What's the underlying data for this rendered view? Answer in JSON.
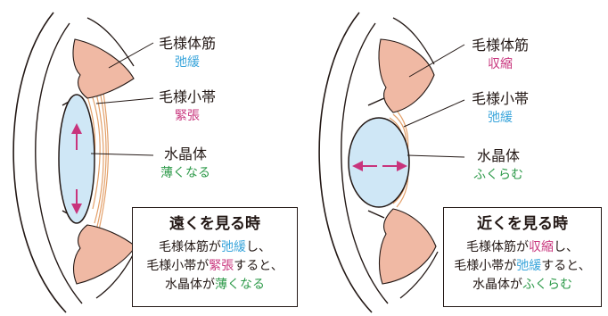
{
  "colors": {
    "blue": "#3aa5db",
    "magenta": "#c8347c",
    "green": "#2e9a4a",
    "muscle": "#f0b9a4",
    "lens": "#cfe7f6",
    "fiber": "#e3a06a",
    "text": "#231815"
  },
  "far": {
    "ciliary_muscle": {
      "label": "毛様体筋",
      "state": "弛緩",
      "state_color": "blue"
    },
    "zonule": {
      "label": "毛様小帯",
      "state": "緊張",
      "state_color": "magenta"
    },
    "lens": {
      "label": "水晶体",
      "state": "薄くなる",
      "state_color": "green"
    },
    "box": {
      "title": "遠くを見る時",
      "line1": [
        "毛様体筋が",
        "弛緩",
        "し、"
      ],
      "line2": [
        "毛様小帯が",
        "緊張",
        "すると、"
      ],
      "line3": [
        "水晶体が",
        "薄くなる"
      ]
    }
  },
  "near": {
    "ciliary_muscle": {
      "label": "毛様体筋",
      "state": "収縮",
      "state_color": "magenta"
    },
    "zonule": {
      "label": "毛様小帯",
      "state": "弛緩",
      "state_color": "blue"
    },
    "lens": {
      "label": "水晶体",
      "state": "ふくらむ",
      "state_color": "green"
    },
    "box": {
      "title": "近くを見る時",
      "line1": [
        "毛様体筋が",
        "収縮",
        "し、"
      ],
      "line2": [
        "毛様小帯が",
        "弛緩",
        "すると、"
      ],
      "line3": [
        "水晶体が",
        "ふくらむ"
      ]
    }
  }
}
